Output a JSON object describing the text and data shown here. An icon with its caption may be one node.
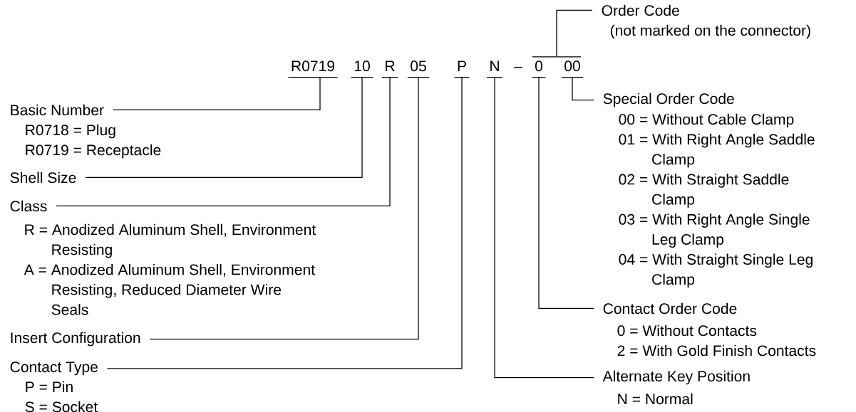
{
  "diagram": {
    "nodes": [
      {
        "text": [
          "Order Code"
        ],
        "beside": [
          "(not marked on the connector)"
        ]
      },
      {
        "text": [],
        "shape": "bar"
      },
      {
        "text": [
          "R0719"
        ]
      },
      {
        "text": [
          "10"
        ]
      },
      {
        "text": [
          "R"
        ]
      },
      {
        "text": [
          "05"
        ]
      },
      {
        "text": [
          "P"
        ]
      },
      {
        "text": [
          "N"
        ]
      },
      {
        "text": [
          "0"
        ]
      },
      {
        "text": [
          "00"
        ]
      },
      {
        "text": [
          "Basic Number"
        ],
        "beside": [
          "R0718 = Plug",
          "R0719 = Receptacle"
        ]
      },
      {
        "text": [
          "Special Order Code"
        ],
        "beside": [
          "00 = Without Cable Clamp",
          "01 = With Right Angle Saddle Clamp",
          "02 = With Straight Saddle Clamp",
          "03 = With Right Angle Single Leg Clamp",
          "04 = With Straight Single Leg Clamp"
        ]
      },
      {
        "text": [
          "Shell Size"
        ]
      },
      {
        "text": [
          "Class"
        ],
        "beside": [
          "R = Anodized Aluminum Shell, Environment Resisting",
          "A = Anodized Aluminum Shell, Environment Resisting, Reduced Diameter Wire Seals"
        ]
      },
      {
        "text": [
          "Insert Configuration"
        ]
      },
      {
        "text": [
          "Contact Order Code"
        ],
        "beside": [
          "0 = Without Contacts",
          "2 = With Gold Finish Contacts"
        ]
      },
      {
        "text": [
          "Contact Type"
        ],
        "beside": [
          "P = Pin",
          "S = Socket"
        ]
      },
      {
        "text": [
          "Alternate Key Position"
        ],
        "beside": [
          "N = Normal"
        ]
      }
    ],
    "edges": [
      {
        "from": 0,
        "to": 1,
        "arrow": "none"
      },
      {
        "from": 10,
        "to": 2,
        "arrow": "none"
      },
      {
        "from": 12,
        "to": 3,
        "arrow": "none"
      },
      {
        "from": 13,
        "to": 4,
        "arrow": "none"
      },
      {
        "from": 14,
        "to": 5,
        "arrow": "none"
      },
      {
        "from": 16,
        "to": 6,
        "arrow": "none"
      },
      {
        "from": 17,
        "to": 7,
        "arrow": "none"
      },
      {
        "from": 15,
        "to": 8,
        "arrow": "none"
      },
      {
        "from": 11,
        "to": 9,
        "arrow": "none"
      }
    ],
    "labels": [
      "–"
    ]
  }
}
